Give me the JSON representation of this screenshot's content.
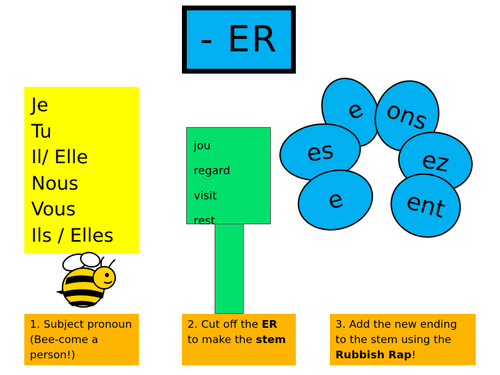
{
  "title": "- ER",
  "pronouns": [
    "Je",
    "Tu",
    "Il/ Elle",
    "Nous",
    "Vous",
    "Ils / Elles"
  ],
  "stems": [
    "jou",
    "regard",
    "visit",
    "rest"
  ],
  "endings": [
    "e",
    "es",
    "e",
    "ons",
    "ez",
    "ent"
  ],
  "captions": {
    "step1": "1. Subject pronoun (Bee-come a person!)",
    "step2_prefix": "2. Cut off the ",
    "step2_bold1": "ER",
    "step2_middle": " to make the ",
    "step2_bold2": "stem",
    "step3_prefix": "3. Add the new ending to the stem using the ",
    "step3_bold": "Rubbish Rap",
    "step3_suffix": "!"
  },
  "icons": {
    "bee": "bee-icon"
  },
  "colors": {
    "title_bg": "#00b0f0",
    "pronoun_bg": "#ffff00",
    "stem_bg": "#00e06a",
    "petal_bg": "#00b0f0",
    "caption_bg": "#ffb400"
  }
}
